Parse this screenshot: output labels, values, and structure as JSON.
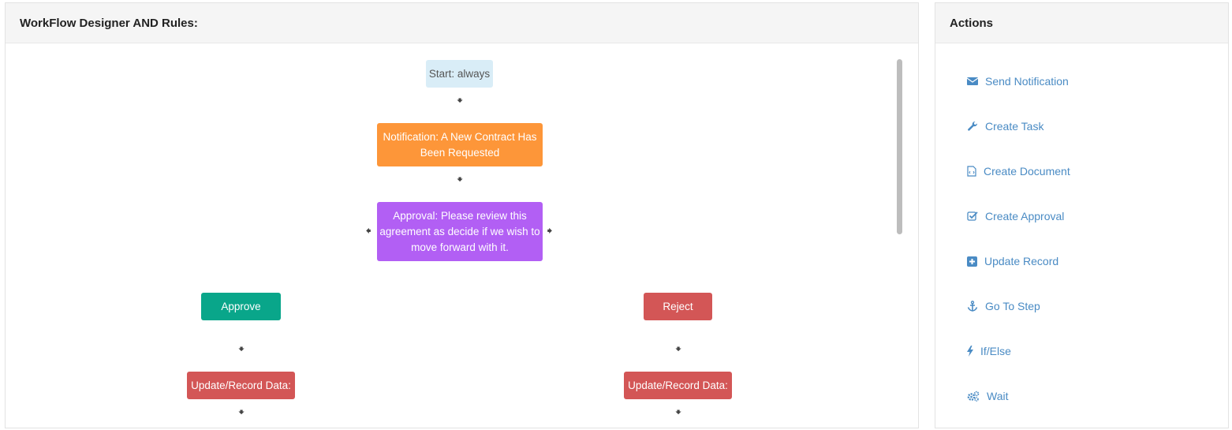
{
  "designer": {
    "title": "WorkFlow Designer AND Rules:",
    "nodes": {
      "start": "Start: always",
      "notification": "Notification: A New Contract Has Been Requested",
      "approval": "Approval: Please review this agreement as decide if we wish to move forward with it.",
      "approve": "Approve",
      "reject": "Reject",
      "update_left": "Update/Record Data:",
      "update_right": "Update/Record Data:"
    },
    "colors": {
      "start": "#d9edf7",
      "notification": "#fd9639",
      "approval": "#b25ff4",
      "approve": "#09a68a",
      "reject": "#d35656",
      "update": "#d35656"
    }
  },
  "actions": {
    "title": "Actions",
    "items": [
      {
        "label": "Send Notification",
        "icon": "envelope-icon"
      },
      {
        "label": "Create Task",
        "icon": "wrench-icon"
      },
      {
        "label": "Create Document",
        "icon": "document-icon"
      },
      {
        "label": "Create Approval",
        "icon": "checkbox-icon"
      },
      {
        "label": "Update Record",
        "icon": "plus-square-icon"
      },
      {
        "label": "Go To Step",
        "icon": "anchor-icon"
      },
      {
        "label": "If/Else",
        "icon": "lightning-icon"
      },
      {
        "label": "Wait",
        "icon": "gears-icon"
      }
    ]
  }
}
